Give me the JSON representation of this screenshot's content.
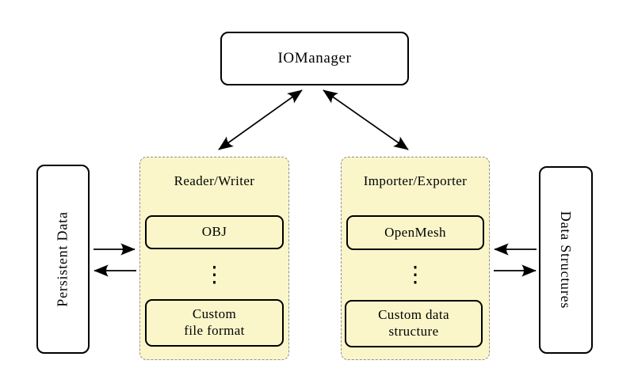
{
  "diagram": {
    "nodes": {
      "io_manager": {
        "label": "IOManager"
      },
      "persistent_data": {
        "label": "Persistent Data"
      },
      "data_structures": {
        "label": "Data Structures"
      }
    },
    "groups": {
      "reader_writer": {
        "title": "Reader/Writer",
        "top_box_label": "OBJ",
        "ellipsis": "⋮",
        "bottom_box_line1": "Custom",
        "bottom_box_line2": "file format"
      },
      "importer_exporter": {
        "title": "Importer/Exporter",
        "top_box_label": "OpenMesh",
        "ellipsis": "⋮",
        "bottom_box_line1": "Custom data",
        "bottom_box_line2": "structure"
      }
    },
    "edges": [
      {
        "from": "io_manager",
        "to": "reader_writer",
        "type": "double-headed"
      },
      {
        "from": "io_manager",
        "to": "importer_exporter",
        "type": "double-headed"
      },
      {
        "from": "persistent_data",
        "to": "reader_writer",
        "type": "single"
      },
      {
        "from": "reader_writer",
        "to": "persistent_data",
        "type": "single"
      },
      {
        "from": "data_structures",
        "to": "importer_exporter",
        "type": "single"
      },
      {
        "from": "importer_exporter",
        "to": "data_structures",
        "type": "single"
      }
    ],
    "colors": {
      "background": "#ffffff",
      "group_fill": "#faf6ca",
      "group_border": "#8f8f8f",
      "node_border": "#000000",
      "arrow": "#000000",
      "text": "#000000"
    }
  }
}
